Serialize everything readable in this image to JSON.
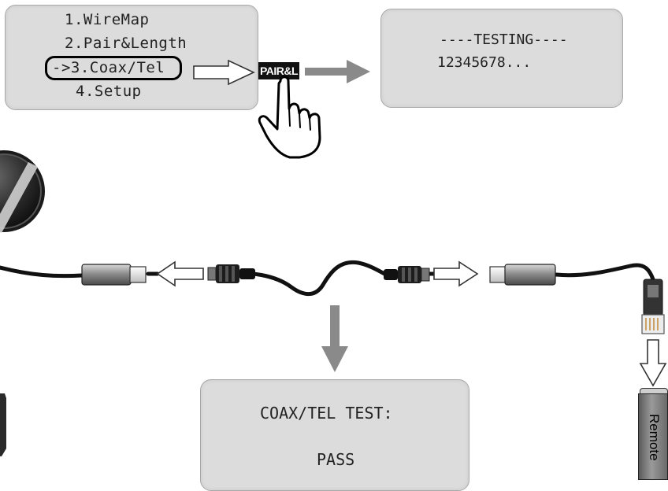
{
  "menu": {
    "items": [
      {
        "text": "1.WireMap"
      },
      {
        "text": "2.Pair&Length"
      },
      {
        "text": "->3.Coax/Tel"
      },
      {
        "text": "4.Setup"
      }
    ],
    "selected_index": 2
  },
  "button": {
    "label": "PAIR&L"
  },
  "testing_screen": {
    "line1": "----TESTING----",
    "line2": "12345678..."
  },
  "result_screen": {
    "line1": "COAX/TEL TEST:",
    "line2": "PASS"
  },
  "remote": {
    "label": "Remote"
  },
  "colors": {
    "lcd_background": "#dcdcdc",
    "arrow_gray": "#8a8a8a",
    "cable": "#111111",
    "key_background": "#111111"
  }
}
